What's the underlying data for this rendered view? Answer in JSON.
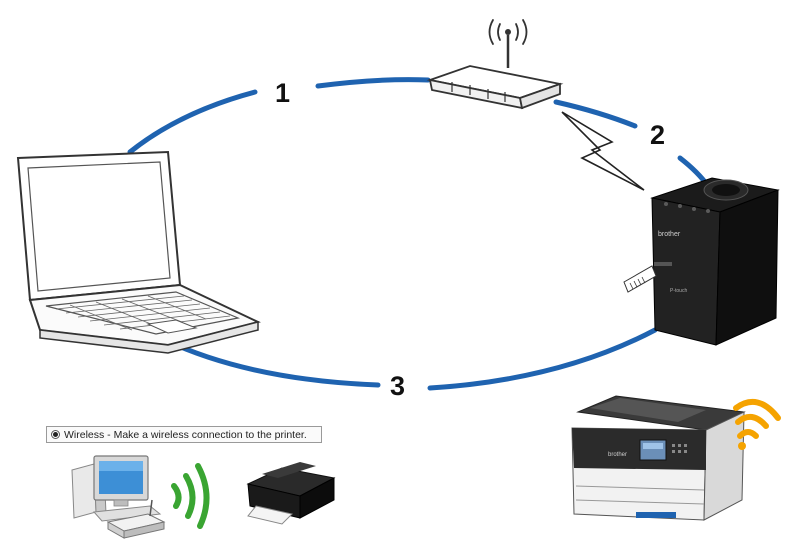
{
  "steps": {
    "step1": "1",
    "step2": "2",
    "step3": "3"
  },
  "wireless_option": {
    "label": "Wireless - Make a wireless connection to the printer."
  },
  "printer_brand": "brother",
  "colors": {
    "connection_line": "#1f63b0",
    "wifi_green": "#3aa532",
    "wifi_orange": "#f5a300"
  },
  "icons": [
    "laptop-icon",
    "router-icon",
    "label-printer-icon",
    "wireless-signal-icon",
    "desktop-computer-icon",
    "inkjet-printer-icon",
    "multifunction-printer-icon"
  ]
}
